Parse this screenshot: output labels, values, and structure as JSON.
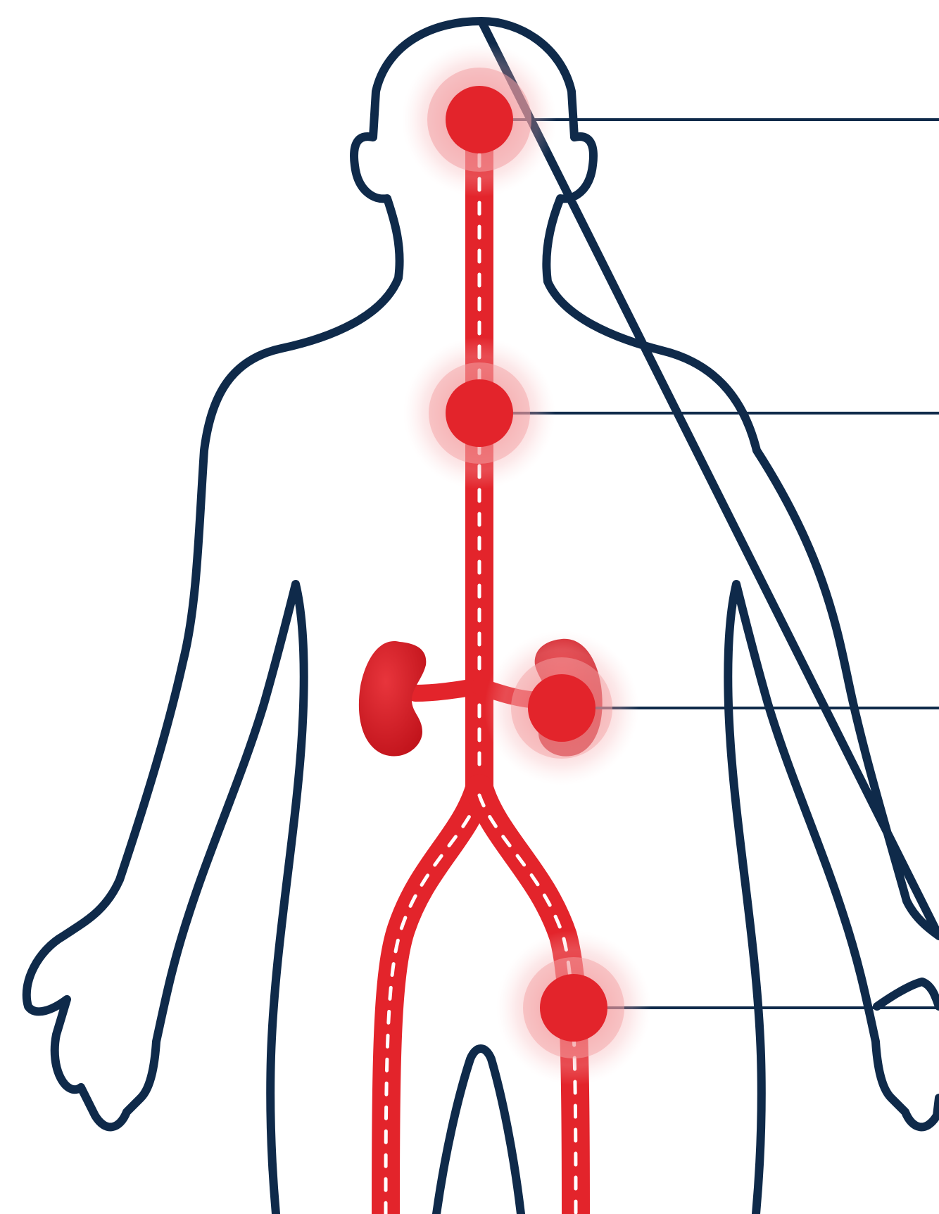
{
  "diagram": {
    "subject": "human-body-outline",
    "colors": {
      "outline": "#0f2a4a",
      "vessel": "#e3242b",
      "vessel_dash": "#ffffff",
      "marker": "#e3242b",
      "glow": "#f6b3b6",
      "kidney": "#d81f27",
      "leader_line": "#0f2a4a",
      "background": "#ffffff"
    },
    "markers": [
      {
        "id": "head-marker",
        "region": "brain"
      },
      {
        "id": "chest-marker",
        "region": "chest"
      },
      {
        "id": "kidney-marker",
        "region": "kidney"
      },
      {
        "id": "thigh-marker",
        "region": "leg-artery"
      }
    ],
    "labels": []
  }
}
